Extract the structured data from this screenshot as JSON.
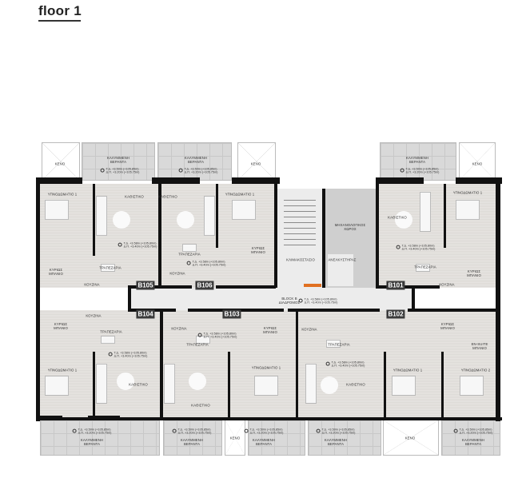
{
  "header": {
    "title": "floor 1"
  },
  "levels": {
    "interior": {
      "td": "Τ.Δ. +3.58m (+105.80m)",
      "dp": "Δ.Π. +3.40m (+105.75m)"
    },
    "balcony": {
      "td": "Τ.Δ. +3.50m (+105.85m)",
      "dp": "Δ.Π. +3.20m (+105.75m)"
    }
  },
  "units": [
    "B105",
    "B106",
    "B101",
    "B104",
    "B103",
    "B102"
  ],
  "labels": [
    {
      "text": "ΚΕΝΟ"
    },
    {
      "text": "ΚΑΛΥΜΜΕΝΗ\nΒΕΡΑΝΤΑ"
    },
    {
      "text": "ΚΑΛΥΜΜΕΝΗ\nΒΕΡΑΝΤΑ"
    },
    {
      "text": "ΚΕΝΟ"
    },
    {
      "text": "ΚΑΛΥΜΜΕΝΗ\nΒΕΡΑΝΤΑ"
    },
    {
      "text": "ΚΕΝΟ"
    },
    {
      "text": "ΥΠΝΟΔΩΜΑΤΙΟ 1"
    },
    {
      "text": "ΚΑΘΙΣΤΙΚΟ"
    },
    {
      "text": "ΚΥΡΙΩΣ\nΜΠΑΝΙΟ"
    },
    {
      "text": "ΤΡΑΠΕΖΑΡΙΑ"
    },
    {
      "text": "ΚΟΥΖΙΝΑ"
    },
    {
      "text": "ΚΑΘΙΣΤΙΚΟ"
    },
    {
      "text": "ΥΠΝΟΔΩΜΑΤΙΟ 1"
    },
    {
      "text": "ΤΡΑΠΕΖΑΡΙΑ"
    },
    {
      "text": "ΚΥΡΙΩΣ\nΜΠΑΝΙΟ"
    },
    {
      "text": "ΚΟΥΖΙΝΑ"
    },
    {
      "text": "ΚΛΙΜΑΚΟΣΤΑΣΙΟ"
    },
    {
      "text": "ΑΝΕΛΚΥΣΤΗΡΑΣ"
    },
    {
      "text": "ΜΗΧΑΝΟΛΟΓΙΚΟΣ\nΧΩΡΟΣ"
    },
    {
      "text": "BLOCK B\nΔΙΑΔΡΟΜΟΣ"
    },
    {
      "text": "ΚΑΘΙΣΤΙΚΟ"
    },
    {
      "text": "ΥΠΝΟΔΩΜΑΤΙΟ 1"
    },
    {
      "text": "ΤΡΑΠΕΖΑΡΙΑ"
    },
    {
      "text": "ΚΟΥΖΙΝΑ"
    },
    {
      "text": "ΚΥΡΙΩΣ\nΜΠΑΝΙΟ"
    },
    {
      "text": "ΚΟΥΖΙΝΑ"
    },
    {
      "text": "ΚΥΡΙΩΣ\nΜΠΑΝΙΟ"
    },
    {
      "text": "ΤΡΑΠΕΖΑΡΙΑ"
    },
    {
      "text": "ΥΠΝΟΔΩΜΑΤΙΟ 1"
    },
    {
      "text": "ΚΑΘΙΣΤΙΚΟ"
    },
    {
      "text": "ΚΟΥΖΙΝΑ"
    },
    {
      "text": "ΤΡΑΠΕΖΑΡΙΑ"
    },
    {
      "text": "ΚΥΡΙΩΣ\nΜΠΑΝΙΟ"
    },
    {
      "text": "ΥΠΝΟΔΩΜΑΤΙΟ 1"
    },
    {
      "text": "ΚΑΘΙΣΤΙΚΟ"
    },
    {
      "text": "ΚΟΥΖΙΝΑ"
    },
    {
      "text": "ΤΡΑΠΕΖΑΡΙΑ"
    },
    {
      "text": "ΚΑΘΙΣΤΙΚΟ"
    },
    {
      "text": "ΚΥΡΙΩΣ\nΜΠΑΝΙΟ"
    },
    {
      "text": "EN-SUITE\nΜΠΑΝΙΟ"
    },
    {
      "text": "ΥΠΝΟΔΩΜΑΤΙΟ 1"
    },
    {
      "text": "ΥΠΝΟΔΩΜΑΤΙΟ 2"
    },
    {
      "text": "ΚΑΛΥΜΜΕΝΗ\nΒΕΡΑΝΤΑ"
    },
    {
      "text": "ΚΑΛΥΜΜΕΝΗ\nΒΕΡΑΝΤΑ"
    },
    {
      "text": "ΚΕΝΟ"
    },
    {
      "text": "ΚΑΛΥΜΜΕΝΗ\nΒΕΡΑΝΤΑ"
    },
    {
      "text": "ΚΑΛΥΜΜΕΝΗ\nΒΕΡΑΝΤΑ"
    },
    {
      "text": "ΚΕΝΟ"
    },
    {
      "text": "ΚΑΛΥΜΜΕΝΗ\nΒΕΡΑΝΤΑ"
    }
  ]
}
